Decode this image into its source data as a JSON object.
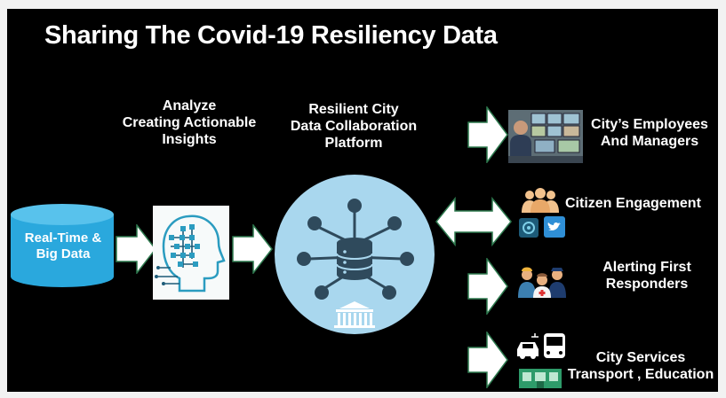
{
  "title": "Sharing The Covid-19 Resiliency Data",
  "stages": {
    "data_source": [
      "Real-Time &",
      "Big Data"
    ],
    "analyze": [
      "Analyze",
      "Creating Actionable",
      "Insights"
    ],
    "platform": [
      "Resilient City",
      "Data Collaboration",
      "Platform"
    ]
  },
  "outputs": {
    "employees": [
      "City’s Employees",
      "And Managers"
    ],
    "citizen": [
      "Citizen Engagement"
    ],
    "responders": [
      "Alerting First",
      "Responders"
    ],
    "services": [
      "City Services",
      "Transport , Education"
    ]
  },
  "colors": {
    "background": "#000000",
    "cylinder": "#2aa8dd",
    "platform_circle": "#a9d7ee",
    "arrow_fill": "#ffffff",
    "arrow_stroke": "#2e7a4f",
    "icon_teal": "#2b9cc0",
    "icon_dark": "#1d5b78"
  },
  "icons": [
    "database-cylinder",
    "ai-head-icon",
    "network-database-icon",
    "control-room-photo",
    "people-group-icon",
    "twitter-icon",
    "first-responders-icon",
    "transport-icon"
  ]
}
